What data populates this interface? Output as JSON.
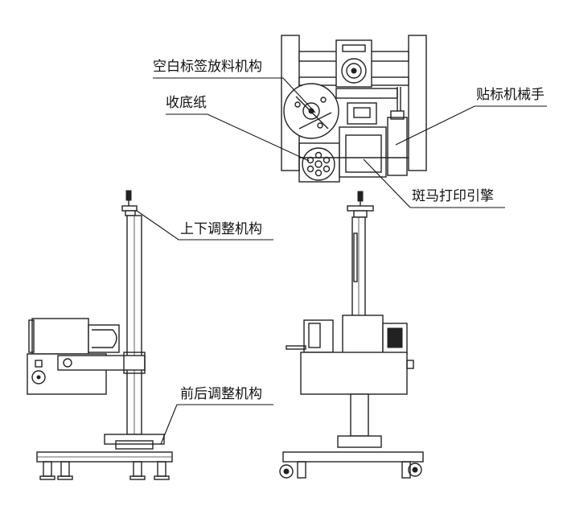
{
  "labels": {
    "label_unwind": "空白标签放料机构",
    "label_rewind": "收底纸",
    "label_applicator": "贴标机械手",
    "label_printer": "斑马打印引擎",
    "label_vertical_adjust": "上下调整机构",
    "label_horizontal_adjust": "前后调整机构"
  }
}
